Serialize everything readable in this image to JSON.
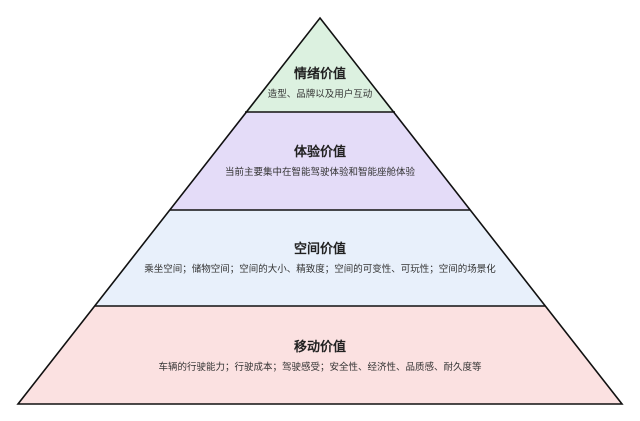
{
  "pyramid": {
    "tiers": [
      {
        "title": "情绪价值",
        "description": "造型、品牌以及用户互动",
        "fill": "#dcf1e0"
      },
      {
        "title": "体验价值",
        "description": "当前主要集中在智能驾驶体验和智能座舱体验",
        "fill": "#e4dcf8"
      },
      {
        "title": "空间价值",
        "description": "乘坐空间；储物空间；空间的大小、精致度；空间的可变性、可玩性；空间的场景化",
        "fill": "#e8f0fb"
      },
      {
        "title": "移动价值",
        "description": "车辆的行驶能力；行驶成本；驾驶感受；安全性、经济性、品质感、耐久度等",
        "fill": "#fbe1e1"
      }
    ],
    "outline_color": "#111111"
  }
}
